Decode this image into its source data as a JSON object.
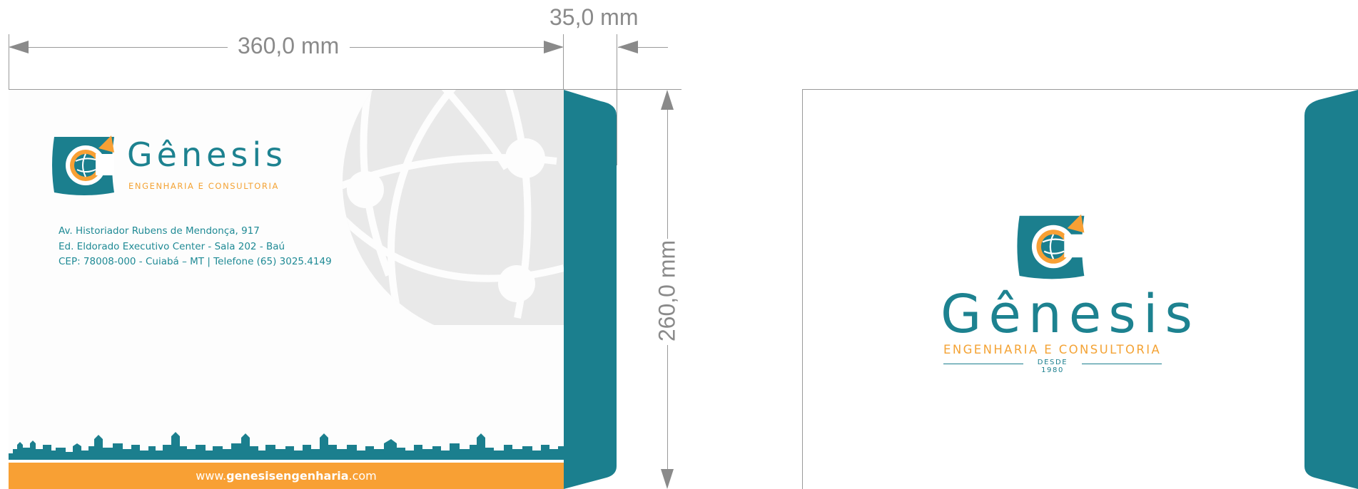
{
  "dimensions": {
    "width_label": "360,0 mm",
    "flap_label": "35,0 mm",
    "height_label": "260,0 mm"
  },
  "brand": {
    "name": "Gênesis",
    "tagline": "ENGENHARIA E CONSULTORIA",
    "since": "DESDE 1980"
  },
  "address": {
    "line1": "Av. Historiador Rubens de Mendonça, 917",
    "line2": "Ed. Eldorado Executivo Center - Sala 202 - Baú",
    "line3": "CEP: 78008-000 - Cuiabá – MT | Telefone (65) 3025.4149"
  },
  "website": {
    "prefix": "www.",
    "domain": "genesisengenharia",
    "suffix": ".com"
  },
  "colors": {
    "teal": "#1b7f8e",
    "orange": "#f8a034",
    "dimension_gray": "#8a8a8a"
  }
}
